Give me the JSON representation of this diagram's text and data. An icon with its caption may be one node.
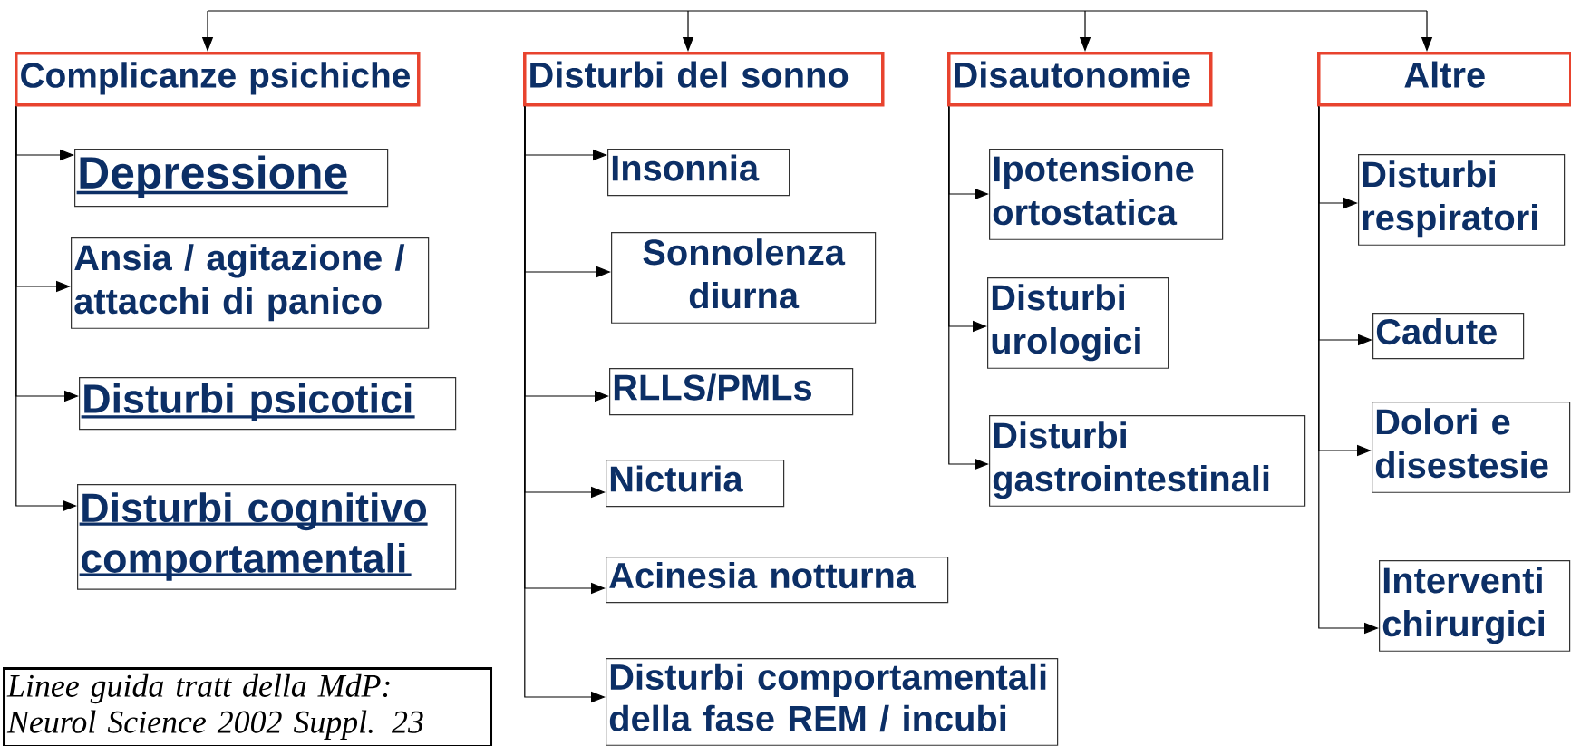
{
  "diagram": {
    "nodes": [
      {
        "text": [
          "Complicanze psichiche"
        ]
      },
      {
        "text": [
          "Depressione"
        ]
      },
      {
        "text": [
          "Ansia / agitazione / attacchi di panico"
        ]
      },
      {
        "text": [
          "Disturbi psicotici"
        ]
      },
      {
        "text": [
          "Disturbi cognitivo comportamentali"
        ]
      },
      {
        "text": [
          "Disturbi del sonno"
        ]
      },
      {
        "text": [
          "Insonnia"
        ]
      },
      {
        "text": [
          "Sonnolenza diurna"
        ]
      },
      {
        "text": [
          "RLLS/PMLs"
        ]
      },
      {
        "text": [
          "Nicturia"
        ]
      },
      {
        "text": [
          "Acinesia notturna"
        ]
      },
      {
        "text": [
          "Disturbi comportamentali della fase REM / incubi"
        ]
      },
      {
        "text": [
          "Disautonomie"
        ]
      },
      {
        "text": [
          "Ipotensione ortostatica"
        ]
      },
      {
        "text": [
          "Disturbi urologici"
        ]
      },
      {
        "text": [
          "Disturbi gastrointestinali"
        ]
      },
      {
        "text": [
          "Altre"
        ]
      },
      {
        "text": [
          "Disturbi respiratori"
        ]
      },
      {
        "text": [
          "Cadute"
        ]
      },
      {
        "text": [
          "Dolori e disestesie"
        ]
      },
      {
        "text": [
          "Interventi chirurgici"
        ]
      },
      {
        "text": [
          "Linee guida tratt della MdP: Neurol Science 2002 Suppl. 23"
        ]
      }
    ],
    "edges": [
      {
        "from": null,
        "to": 0,
        "arrow": "to"
      },
      {
        "from": null,
        "to": 5,
        "arrow": "to"
      },
      {
        "from": null,
        "to": 12,
        "arrow": "to"
      },
      {
        "from": null,
        "to": 16,
        "arrow": "to"
      },
      {
        "from": 0,
        "to": 1,
        "arrow": "to"
      },
      {
        "from": 0,
        "to": 2,
        "arrow": "to"
      },
      {
        "from": 0,
        "to": 3,
        "arrow": "to"
      },
      {
        "from": 0,
        "to": 4,
        "arrow": "to"
      },
      {
        "from": 5,
        "to": 6,
        "arrow": "to"
      },
      {
        "from": 5,
        "to": 7,
        "arrow": "to"
      },
      {
        "from": 5,
        "to": 8,
        "arrow": "to"
      },
      {
        "from": 5,
        "to": 9,
        "arrow": "to"
      },
      {
        "from": 5,
        "to": 10,
        "arrow": "to"
      },
      {
        "from": 5,
        "to": 11,
        "arrow": "to"
      },
      {
        "from": 12,
        "to": 13,
        "arrow": "to"
      },
      {
        "from": 12,
        "to": 14,
        "arrow": "to"
      },
      {
        "from": 12,
        "to": 15,
        "arrow": "to"
      },
      {
        "from": 16,
        "to": 17,
        "arrow": "to"
      },
      {
        "from": 16,
        "to": 18,
        "arrow": "to"
      },
      {
        "from": 16,
        "to": 19,
        "arrow": "to"
      },
      {
        "from": 16,
        "to": 20,
        "arrow": "to"
      }
    ]
  }
}
